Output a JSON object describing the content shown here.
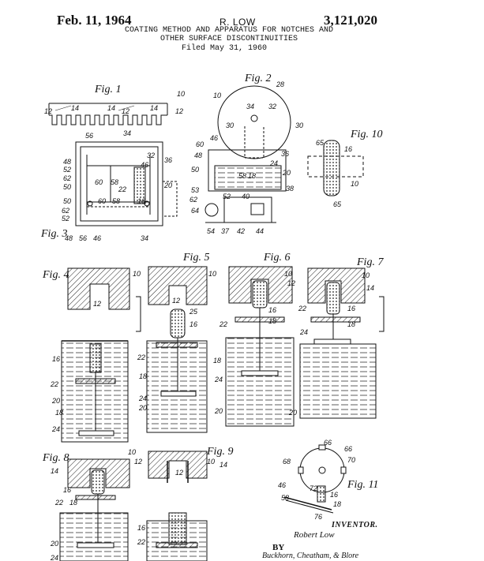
{
  "header": {
    "date": "Feb. 11, 1964",
    "inventor": "R. LOW",
    "patent_number": "3,121,020",
    "title_line1": "COATING METHOD AND APPARATUS FOR NOTCHES AND",
    "title_line2": "OTHER SURFACE DISCONTINUITIES",
    "filed": "Filed May 31, 1960"
  },
  "figures": {
    "fig1": "Fig. 1",
    "fig2": "Fig. 2",
    "fig3": "Fig. 3",
    "fig4": "Fig. 4",
    "fig5": "Fig. 5",
    "fig6": "Fig. 6",
    "fig7": "Fig. 7",
    "fig8": "Fig. 8",
    "fig9": "Fig. 9",
    "fig10": "Fig. 10",
    "fig11": "Fig. 11"
  },
  "signature": {
    "inventor_label": "INVENTOR.",
    "inventor_name": "Robert Low",
    "by": "BY",
    "attorneys": "Buckhorn, Cheatham, & Blore"
  },
  "refs": {
    "r10": "10",
    "r12": "12",
    "r14": "14",
    "r16": "16",
    "r18": "18",
    "r20": "20",
    "r22": "22",
    "r24": "24",
    "r25": "25",
    "r28": "28",
    "r30": "30",
    "r32": "32",
    "r34": "34",
    "r36": "36",
    "r37": "37",
    "r38": "38",
    "r40": "40",
    "r42": "42",
    "r44": "44",
    "r46": "46",
    "r48": "48",
    "r50": "50",
    "r52": "52",
    "r53": "53",
    "r54": "54",
    "r56": "56",
    "r58": "58",
    "r60": "60",
    "r62": "62",
    "r64": "64",
    "r65": "65",
    "r66": "66",
    "r68": "68",
    "r70": "70",
    "r72": "72",
    "r76": "76"
  }
}
